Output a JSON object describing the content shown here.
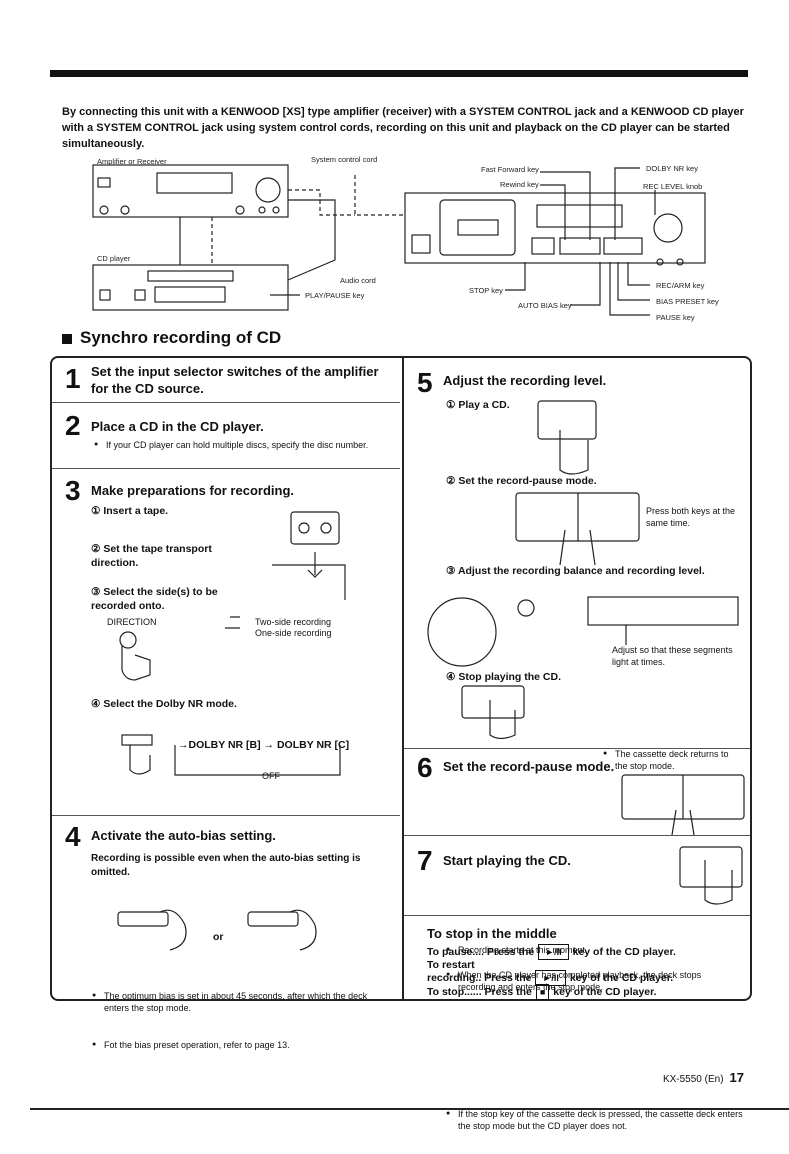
{
  "intro": "By connecting this unit with a KENWOOD [XS] type amplifier (receiver) with a SYSTEM CONTROL jack and a KENWOOD CD player with a SYSTEM CONTROL jack using system control cords, recording on this unit and playback on the CD player can be started simultaneously.",
  "diagram": {
    "amp": "Amplifier or Receiver",
    "cord": "System control cord",
    "cd": "CD player",
    "audio": "Audio cord",
    "playpause": "PLAY/PAUSE key",
    "ff": "Fast Forward key",
    "rew": "Rewind key",
    "dolby": "DOLBY NR key",
    "rec_level": "REC LEVEL knob",
    "stop": "STOP key",
    "autobias": "AUTO BIAS key",
    "recarm": "REC/ARM key",
    "biaspreset": "BIAS PRESET key",
    "pause": "PAUSE key"
  },
  "section_title": "Synchro recording of CD",
  "step1": {
    "num": "1",
    "title": "Set the input selector switches of the amplifier for the CD source."
  },
  "step2": {
    "num": "2",
    "title": "Place a CD in the CD player.",
    "bullet": "If your CD player can hold multiple discs, specify the disc number."
  },
  "step3": {
    "num": "3",
    "title": "Make preparations for recording.",
    "a": "① Insert a tape.",
    "b": "② Set the tape transport direction.",
    "c": "③ Select the side(s) to be recorded onto.",
    "direction": "DIRECTION",
    "two": "Two-side recording",
    "one": "One-side recording",
    "d": "④ Select the Dolby NR mode.",
    "dolby_b": "→DOLBY NR [B] → DOLBY NR [C]",
    "off": "OFF"
  },
  "step4": {
    "num": "4",
    "title": "Activate the auto-bias setting.",
    "note": "Recording is possible even when the auto-bias setting is omitted.",
    "or": "or",
    "bullets": [
      "The optimum bias is set in about 45 seconds, after which the deck enters the stop mode.",
      "Fot the bias preset operation, refer to page 13."
    ]
  },
  "step5": {
    "num": "5",
    "title": "Adjust the recording level.",
    "a": "① Play a CD.",
    "b": "② Set the record-pause mode.",
    "press_both": "Press both keys at the same time.",
    "c": "③ Adjust the recording balance and recording level.",
    "adjust": "Adjust so that these segments light at times.",
    "d": "④ Stop playing the CD.",
    "stop_note": "The cassette deck returns to the stop mode."
  },
  "step6": {
    "num": "6",
    "title": "Set the record-pause mode."
  },
  "step7": {
    "num": "7",
    "title": "Start playing the CD.",
    "bullets": [
      "Recording starts at this moment.",
      "When the CD player has completed playback, the deck stops recording and enters the stop mode."
    ]
  },
  "stop_middle": {
    "title": "To stop in the middle",
    "pause": "To pause.... Press the",
    "pause_key": "►/II",
    "pause_end": "key of the CD player.",
    "restart": "To restart",
    "restart2": "recording.. Press the",
    "restart_end": "key of the CD player.",
    "stop": "To stop...... Press the",
    "stop_end": "key of the CD player.",
    "bullet": "If the stop key of the cassette deck is pressed, the cassette deck enters the stop mode but the CD player does not."
  },
  "footer": {
    "model": "KX-5550 (En)",
    "page": "17"
  }
}
